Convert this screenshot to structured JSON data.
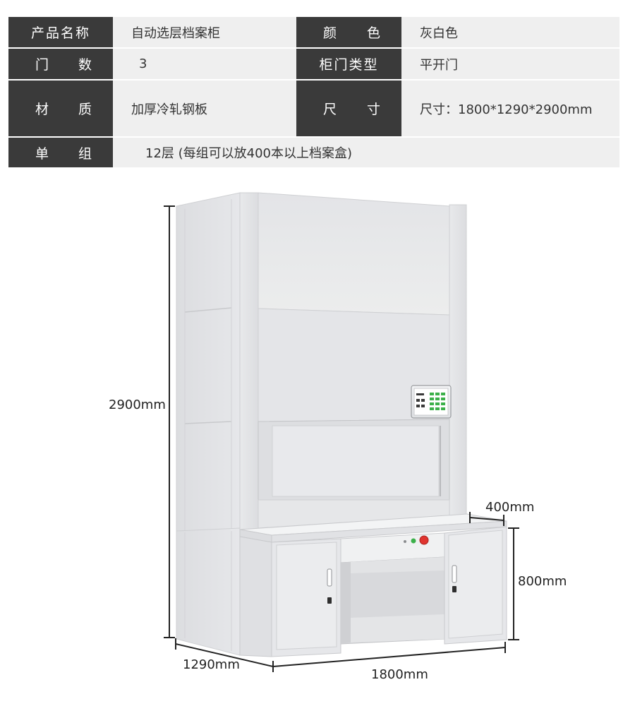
{
  "specs": {
    "product_name": {
      "label_chars": [
        "产品名称"
      ],
      "value": "自动选层档案柜"
    },
    "color": {
      "label_chars": [
        "颜",
        "色"
      ],
      "value": "灰白色"
    },
    "door_count": {
      "label_chars": [
        "门",
        "数"
      ],
      "value": "3"
    },
    "door_type": {
      "label_chars": [
        "柜门类型"
      ],
      "value": "平开门"
    },
    "material": {
      "label_chars": [
        "材",
        "质"
      ],
      "value": "加厚冷轧钢板"
    },
    "size": {
      "label_chars": [
        "尺",
        "寸"
      ],
      "value": "尺寸：1800*1290*2900mm"
    },
    "single_group": {
      "label_chars": [
        "单",
        "组"
      ],
      "value": "12层 (每组可以放400本以上档案盒)"
    }
  },
  "dimensions": {
    "height": "2900mm",
    "shelf_depth": "400mm",
    "desk_height": "800mm",
    "depth": "1290mm",
    "width": "1800mm"
  },
  "colors": {
    "label_bg": "#3a3a3a",
    "value_bg": "#efefef",
    "cabinet": "#e9eaec",
    "dimension_line": "#222222",
    "stop_button": "#e0342f",
    "go_button": "#3cb04a"
  }
}
